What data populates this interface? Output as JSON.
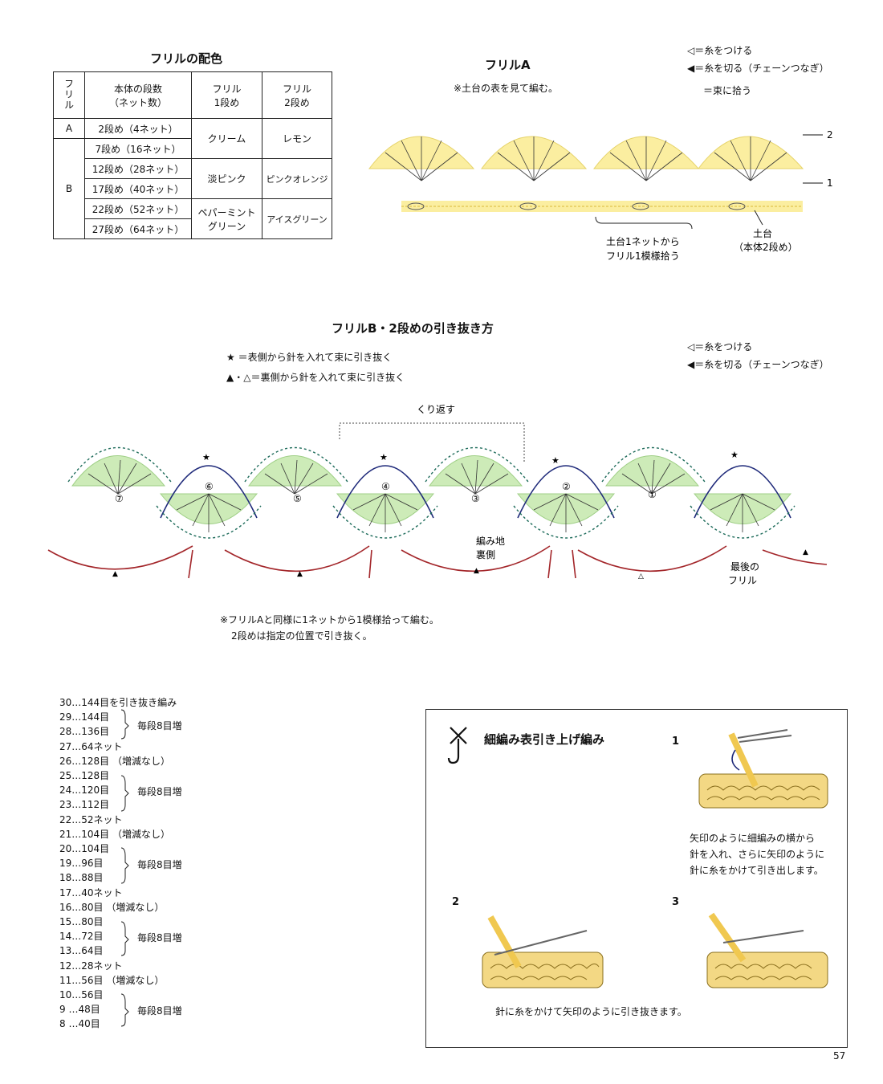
{
  "color_table": {
    "title": "フリルの配色",
    "headers": [
      "フリル",
      "本体の段数（ネット数）",
      "フリル 1段め",
      "フリル 2段め"
    ],
    "rows": [
      {
        "frill": "A",
        "rows": "2段め（4ネット）",
        "first": "クリーム",
        "second": "レモン"
      },
      {
        "frill": "B",
        "rows": "7段め（16ネット）",
        "first": "クリーム",
        "second": "レモン"
      },
      {
        "frill": "",
        "rows": "12段め（28ネット）",
        "first": "淡ピンク",
        "second": "ピンクオレンジ"
      },
      {
        "frill": "",
        "rows": "17段め（40ネット）",
        "first": "淡ピンク",
        "second": "ピンクオレンジ"
      },
      {
        "frill": "",
        "rows": "22段め（52ネット）",
        "first": "ペパーミント グリーン",
        "second": "アイスグリーン"
      },
      {
        "frill": "",
        "rows": "27段め（64ネット）",
        "first": "ペパーミント グリーン",
        "second": "アイスグリーン"
      }
    ],
    "header_frill": "フリル",
    "header_rows_1": "本体の段数",
    "header_rows_2": "（ネット数）",
    "header_first_1": "フリル",
    "header_first_2": "1段め",
    "header_second_1": "フリル",
    "header_second_2": "2段め",
    "cell_a": "A",
    "cell_b": "B",
    "r1": "2段め（4ネット）",
    "r2": "7段め（16ネット）",
    "r3": "12段め（28ネット）",
    "r4": "17段め（40ネット）",
    "r5": "22段め（52ネット）",
    "r6": "27段め（64ネット）",
    "cream": "クリーム",
    "lemon": "レモン",
    "pink": "淡ピンク",
    "pink_orange": "ピンクオレンジ",
    "mint": "ペパーミント グリーン",
    "ice": "アイスグリーン"
  },
  "frill_a": {
    "title": "フリルA",
    "note": "※土台の表を見て編む。",
    "legend_attach": "◁＝糸をつける",
    "legend_cut": "◀＝糸を切る（チェーンつなぎ）",
    "legend_bundle": "＝束に拾う",
    "row2": "2",
    "row1": "1",
    "pick_label_1": "土台1ネットから",
    "pick_label_2": "フリル1模様拾う",
    "base_label_1": "土台",
    "base_label_2": "（本体2段め）"
  },
  "frill_b": {
    "title": "フリルB・2段めの引き抜き方",
    "star_note": "★ ＝表側から針を入れて束に引き抜く",
    "tri_note": "▲・△＝裏側から針を入れて束に引き抜く",
    "legend_attach": "◁＝糸をつける",
    "legend_cut": "◀＝糸を切る（チェーンつなぎ）",
    "repeat": "くり返す",
    "back_side_1": "編み地",
    "back_side_2": "裏側",
    "last_1": "最後の",
    "last_2": "フリル",
    "footnote_1": "※フリルAと同様に1ネットから1模様拾って編む。",
    "footnote_2": "2段めは指定の位置で引き抜く。",
    "numbers": [
      "⑦",
      "⑥",
      "⑤",
      "④",
      "③",
      "②",
      "①"
    ]
  },
  "row_counts": [
    "30…144目を引き抜き編み",
    "29…144目",
    "28…136目",
    "27…64ネット",
    "26…128目 （増減なし）",
    "25…128目",
    "24…120目",
    "23…112目",
    "22…52ネット",
    "21…104目 （増減なし）",
    "20…104目",
    "19…96目",
    "18…88目",
    "17…40ネット",
    "16…80目 （増減なし）",
    "15…80目",
    "14…72目",
    "13…64目",
    "12…28ネット",
    "11…56目 （増減なし）",
    "10…56目",
    "9 …48目",
    "8 …40目"
  ],
  "increase_label": "毎段8目増",
  "stitch_box": {
    "title": "細編み表引き上げ編み",
    "step1": "1",
    "step2": "2",
    "step3": "3",
    "desc1_1": "矢印のように細編みの横から",
    "desc1_2": "針を入れ、さらに矢印のように",
    "desc1_3": "針に糸をかけて引き出します。",
    "desc2": "針に糸をかけて矢印のように引き抜きます。"
  },
  "page_number": "57",
  "colors": {
    "yellow": "#fbeea0",
    "green": "#cdebb8",
    "dark_green": "#1d6b5a",
    "red": "#a3262a",
    "navy": "#1f2a7a",
    "yarn": "#f3d884"
  }
}
